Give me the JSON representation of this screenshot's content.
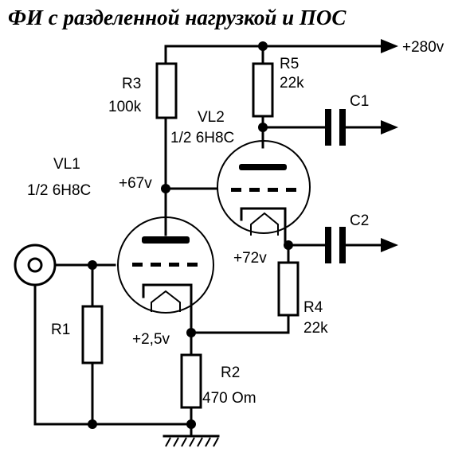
{
  "title": "ФИ с разделенной нагрузкой и ПОС",
  "supply": {
    "label": "+280v"
  },
  "components": {
    "r1": {
      "name": "R1"
    },
    "r2": {
      "name": "R2",
      "value": "470 Om"
    },
    "r3": {
      "name": "R3",
      "value": "100k"
    },
    "r4": {
      "name": "R4",
      "value": "22k"
    },
    "r5": {
      "name": "R5",
      "value": "22k"
    },
    "c1": {
      "name": "C1"
    },
    "c2": {
      "name": "C2"
    },
    "vl1": {
      "name": "VL1",
      "type": "1/2 6H8C"
    },
    "vl2": {
      "name": "VL2",
      "type": "1/2 6H8C"
    }
  },
  "voltages": {
    "vl1_anode": "+67v",
    "vl1_cathode": "+2,5v",
    "vl2_cathode": "+72v"
  }
}
